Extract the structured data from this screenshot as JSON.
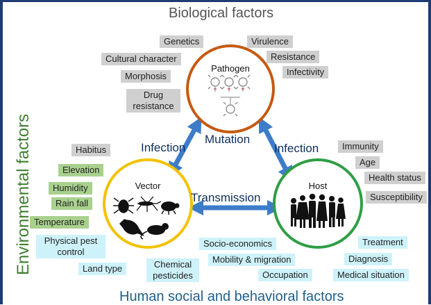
{
  "headings": {
    "biological": "Biological factors",
    "environmental": "Environmental factors",
    "social": "Human social and behavioral factors"
  },
  "nodes": {
    "pathogen": "Pathogen",
    "vector": "Vector",
    "host": "Host"
  },
  "edges": {
    "infection_left": "Infection",
    "mutation": "Mutation",
    "infection_right": "Infection",
    "transmission": "Transmission"
  },
  "biological_factors": [
    "Genetics",
    "Cultural character",
    "Morphosis",
    "Drug resistance",
    "Virulence",
    "Resistance",
    "Infectivity"
  ],
  "host_factors": [
    "Immunity",
    "Age",
    "Health status",
    "Susceptibility"
  ],
  "environmental_factors": [
    "Habitus",
    "Elevation",
    "Humidity",
    "Rain fall",
    "Temperature"
  ],
  "social_factors": [
    "Physical pest control",
    "Land type",
    "Chemical pesticides",
    "Socio-economics",
    "Mobility & migration",
    "Occupation",
    "Treatment",
    "Diagnosis",
    "Medical situation"
  ],
  "colors": {
    "heading_biological": "#555555",
    "heading_environmental": "#3f7f2f",
    "heading_social": "#1f5f8b",
    "pathogen_ring": "#c55a11",
    "vector_ring": "#f2c200",
    "host_ring": "#2e9e44",
    "arrow": "#3d7cc9",
    "bio_tag": "#cfcfcf",
    "env_tag": "#a9d18e",
    "social_tag": "#cdf2fa"
  },
  "icons": [
    "virus-cluster-icon",
    "tick-icon",
    "mosquito-icon",
    "beetle-icon",
    "bird-icon",
    "rodent-icon",
    "human-crowd-icon"
  ]
}
